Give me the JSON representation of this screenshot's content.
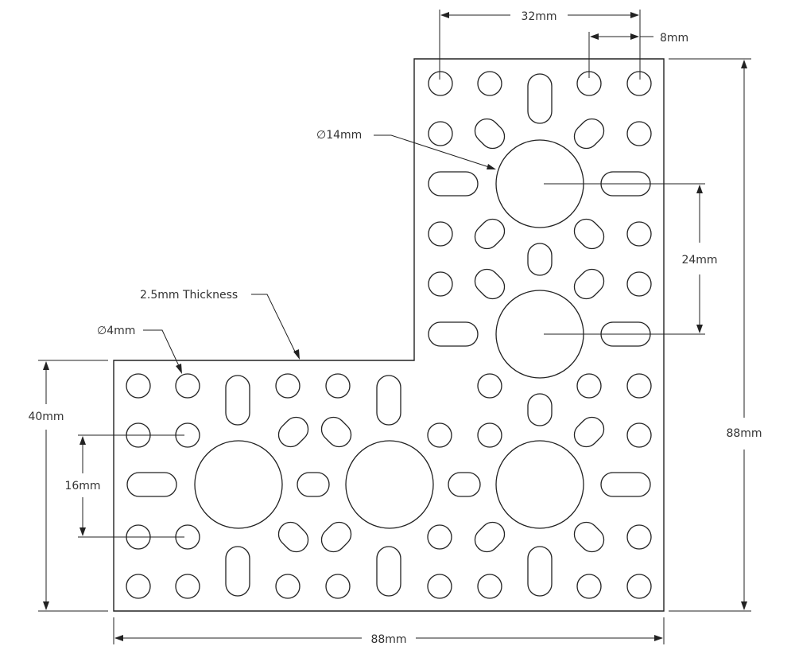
{
  "dimensions": {
    "top_spacing": "32mm",
    "top_pitch": "8mm",
    "large_hole": "∅14mm",
    "large_spacing": "24mm",
    "thickness": "2.5mm Thickness",
    "small_hole": "∅4mm",
    "short_leg": "40mm",
    "small_spacing": "16mm",
    "height": "88mm",
    "width": "88mm"
  }
}
